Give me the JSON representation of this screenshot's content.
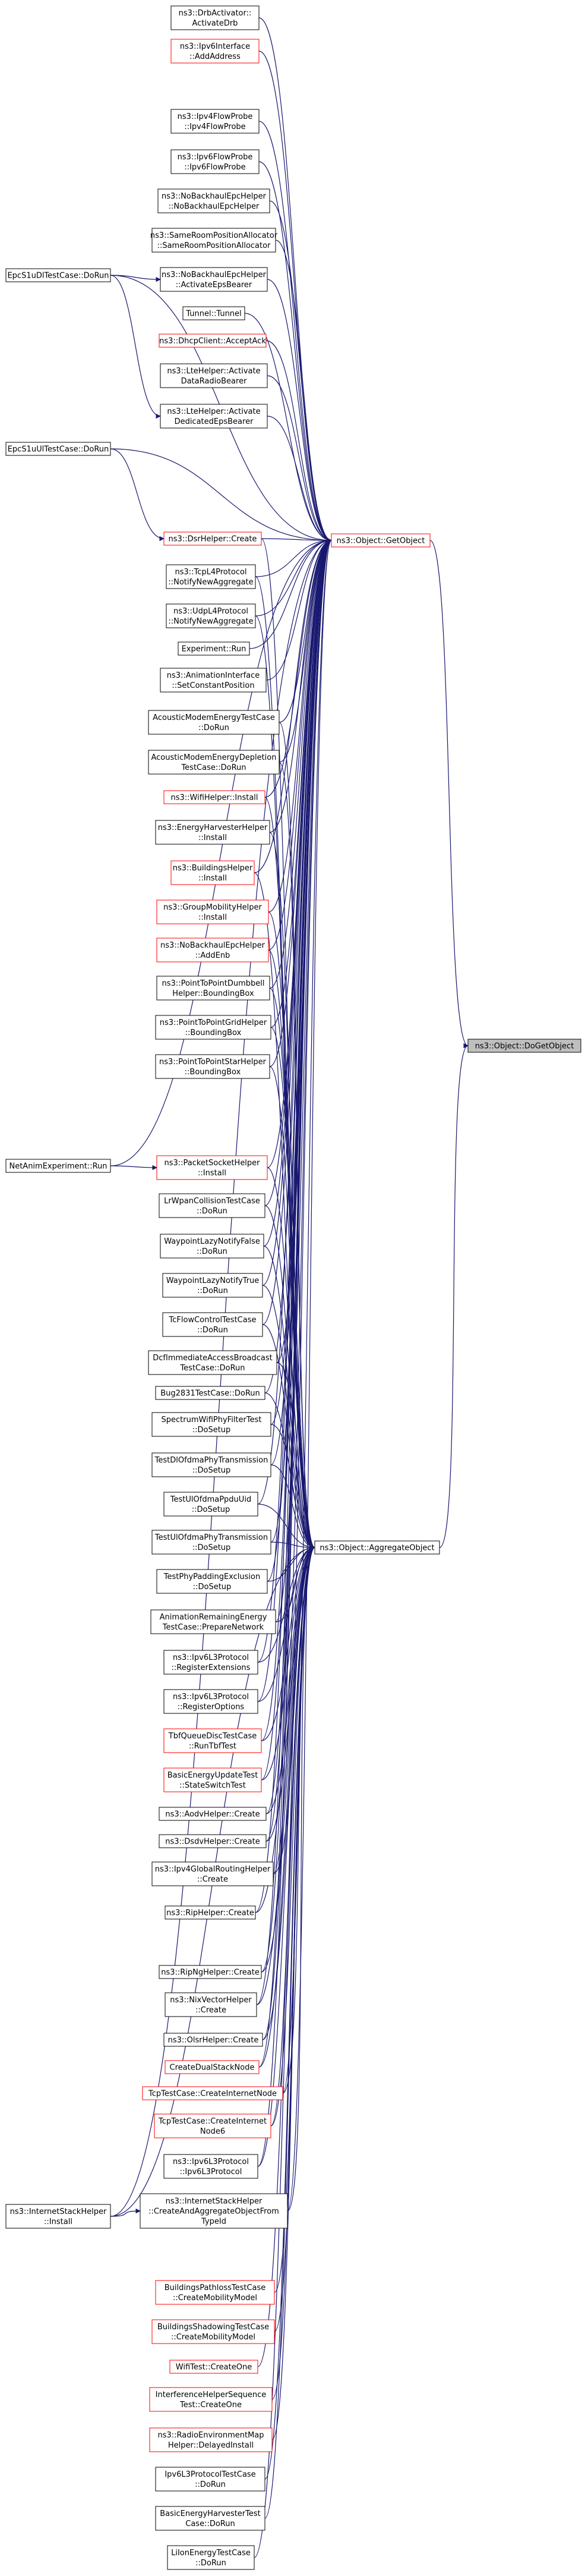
{
  "graph": {
    "colors": {
      "edge": "#191970",
      "node_border": "#000000",
      "node_border_truncated": "#ff0000",
      "node_fill": "#ffffff",
      "root_fill": "#bfbfbf",
      "text": "#000000"
    },
    "root": {
      "id": "n_doget",
      "lines": [
        "ns3::Object::DoGetObject"
      ]
    },
    "nodes": [
      {
        "id": "n1",
        "lines": [
          "ns3::DrbActivator::",
          "ActivateDrb"
        ],
        "truncated": false
      },
      {
        "id": "n2",
        "lines": [
          "ns3::Ipv6Interface",
          "::AddAddress"
        ],
        "truncated": true
      },
      {
        "id": "n3",
        "lines": [
          "ns3::Ipv4FlowProbe",
          "::Ipv4FlowProbe"
        ],
        "truncated": false
      },
      {
        "id": "n4",
        "lines": [
          "ns3::Ipv6FlowProbe",
          "::Ipv6FlowProbe"
        ],
        "truncated": false
      },
      {
        "id": "n5",
        "lines": [
          "ns3::NoBackhaulEpcHelper",
          "::NoBackhaulEpcHelper"
        ],
        "truncated": false
      },
      {
        "id": "n6",
        "lines": [
          "ns3::SameRoomPositionAllocator",
          "::SameRoomPositionAllocator"
        ],
        "truncated": false
      },
      {
        "id": "n7",
        "lines": [
          "ns3::NoBackhaulEpcHelper",
          "::ActivateEpsBearer"
        ],
        "truncated": false
      },
      {
        "id": "n8",
        "lines": [
          "Tunnel::Tunnel"
        ],
        "truncated": false
      },
      {
        "id": "n9",
        "lines": [
          "ns3::DhcpClient::AcceptAck"
        ],
        "truncated": true
      },
      {
        "id": "n10",
        "lines": [
          "ns3::LteHelper::Activate",
          "DataRadioBearer"
        ],
        "truncated": false
      },
      {
        "id": "n11",
        "lines": [
          "ns3::LteHelper::Activate",
          "DedicatedEpsBearer"
        ],
        "truncated": false
      },
      {
        "id": "n12",
        "lines": [
          "ns3::DsrHelper::Create"
        ],
        "truncated": true
      },
      {
        "id": "n13",
        "lines": [
          "ns3::TcpL4Protocol",
          "::NotifyNewAggregate"
        ],
        "truncated": false
      },
      {
        "id": "n14",
        "lines": [
          "ns3::UdpL4Protocol",
          "::NotifyNewAggregate"
        ],
        "truncated": false
      },
      {
        "id": "n15",
        "lines": [
          "Experiment::Run"
        ],
        "truncated": false
      },
      {
        "id": "n16",
        "lines": [
          "ns3::AnimationInterface",
          "::SetConstantPosition"
        ],
        "truncated": false
      },
      {
        "id": "n17",
        "lines": [
          "AcousticModemEnergyTestCase",
          "::DoRun"
        ],
        "truncated": false
      },
      {
        "id": "n18",
        "lines": [
          "AcousticModemEnergyDepletion",
          "TestCase::DoRun"
        ],
        "truncated": false
      },
      {
        "id": "n19",
        "lines": [
          "ns3::WifiHelper::Install"
        ],
        "truncated": true
      },
      {
        "id": "n20",
        "lines": [
          "ns3::EnergyHarvesterHelper",
          "::Install"
        ],
        "truncated": false
      },
      {
        "id": "n21",
        "lines": [
          "ns3::BuildingsHelper",
          "::Install"
        ],
        "truncated": true
      },
      {
        "id": "n22",
        "lines": [
          "ns3::GroupMobilityHelper",
          "::Install"
        ],
        "truncated": true
      },
      {
        "id": "n23",
        "lines": [
          "ns3::NoBackhaulEpcHelper",
          "::AddEnb"
        ],
        "truncated": true
      },
      {
        "id": "n24",
        "lines": [
          "ns3::PointToPointDumbbell",
          "Helper::BoundingBox"
        ],
        "truncated": false
      },
      {
        "id": "n25",
        "lines": [
          "ns3::PointToPointGridHelper",
          "::BoundingBox"
        ],
        "truncated": false
      },
      {
        "id": "n26",
        "lines": [
          "ns3::PointToPointStarHelper",
          "::BoundingBox"
        ],
        "truncated": false
      },
      {
        "id": "n27",
        "lines": [
          "ns3::PacketSocketHelper",
          "::Install"
        ],
        "truncated": true
      },
      {
        "id": "n28",
        "lines": [
          "LrWpanCollisionTestCase",
          "::DoRun"
        ],
        "truncated": false
      },
      {
        "id": "n29",
        "lines": [
          "WaypointLazyNotifyFalse",
          "::DoRun"
        ],
        "truncated": false
      },
      {
        "id": "n30",
        "lines": [
          "WaypointLazyNotifyTrue",
          "::DoRun"
        ],
        "truncated": false
      },
      {
        "id": "n31",
        "lines": [
          "TcFlowControlTestCase",
          "::DoRun"
        ],
        "truncated": false
      },
      {
        "id": "n32",
        "lines": [
          "DcfImmediateAccessBroadcast",
          "TestCase::DoRun"
        ],
        "truncated": false
      },
      {
        "id": "n33",
        "lines": [
          "Bug2831TestCase::DoRun"
        ],
        "truncated": false
      },
      {
        "id": "n34",
        "lines": [
          "SpectrumWifiPhyFilterTest",
          "::DoSetup"
        ],
        "truncated": false
      },
      {
        "id": "n35",
        "lines": [
          "TestDlOfdmaPhyTransmission",
          "::DoSetup"
        ],
        "truncated": false
      },
      {
        "id": "n36",
        "lines": [
          "TestUlOfdmaPpduUid",
          "::DoSetup"
        ],
        "truncated": false
      },
      {
        "id": "n37",
        "lines": [
          "TestUlOfdmaPhyTransmission",
          "::DoSetup"
        ],
        "truncated": false
      },
      {
        "id": "n38",
        "lines": [
          "TestPhyPaddingExclusion",
          "::DoSetup"
        ],
        "truncated": false
      },
      {
        "id": "n39",
        "lines": [
          "AnimationRemainingEnergy",
          "TestCase::PrepareNetwork"
        ],
        "truncated": false
      },
      {
        "id": "n40",
        "lines": [
          "ns3::Ipv6L3Protocol",
          "::RegisterExtensions"
        ],
        "truncated": false
      },
      {
        "id": "n41",
        "lines": [
          "ns3::Ipv6L3Protocol",
          "::RegisterOptions"
        ],
        "truncated": false
      },
      {
        "id": "n42",
        "lines": [
          "TbfQueueDiscTestCase",
          "::RunTbfTest"
        ],
        "truncated": true
      },
      {
        "id": "n43",
        "lines": [
          "BasicEnergyUpdateTest",
          "::StateSwitchTest"
        ],
        "truncated": true
      },
      {
        "id": "n44",
        "lines": [
          "ns3::AodvHelper::Create"
        ],
        "truncated": false
      },
      {
        "id": "n45",
        "lines": [
          "ns3::DsdvHelper::Create"
        ],
        "truncated": false
      },
      {
        "id": "n46",
        "lines": [
          "ns3::Ipv4GlobalRoutingHelper",
          "::Create"
        ],
        "truncated": false
      },
      {
        "id": "n47",
        "lines": [
          "ns3::RipHelper::Create"
        ],
        "truncated": false
      },
      {
        "id": "n48",
        "lines": [
          "ns3::RipNgHelper::Create"
        ],
        "truncated": false
      },
      {
        "id": "n49",
        "lines": [
          "ns3::NixVectorHelper",
          "::Create"
        ],
        "truncated": false
      },
      {
        "id": "n50",
        "lines": [
          "ns3::OlsrHelper::Create"
        ],
        "truncated": false
      },
      {
        "id": "n51",
        "lines": [
          "CreateDualStackNode"
        ],
        "truncated": true
      },
      {
        "id": "n52",
        "lines": [
          "TcpTestCase::CreateInternetNode"
        ],
        "truncated": true
      },
      {
        "id": "n53",
        "lines": [
          "TcpTestCase::CreateInternet",
          "Node6"
        ],
        "truncated": true
      },
      {
        "id": "n54",
        "lines": [
          "ns3::Ipv6L3Protocol",
          "::Ipv6L3Protocol"
        ],
        "truncated": false
      },
      {
        "id": "n55",
        "lines": [
          "ns3::InternetStackHelper",
          "::CreateAndAggregateObjectFrom",
          "TypeId"
        ],
        "truncated": false
      },
      {
        "id": "n56",
        "lines": [
          "BuildingsPathlossTestCase",
          "::CreateMobilityModel"
        ],
        "truncated": true
      },
      {
        "id": "n57",
        "lines": [
          "BuildingsShadowingTestCase",
          "::CreateMobilityModel"
        ],
        "truncated": true
      },
      {
        "id": "n58",
        "lines": [
          "WifiTest::CreateOne"
        ],
        "truncated": true
      },
      {
        "id": "n59",
        "lines": [
          "InterferenceHelperSequence",
          "Test::CreateOne"
        ],
        "truncated": true
      },
      {
        "id": "n60",
        "lines": [
          "ns3::RadioEnvironmentMap",
          "Helper::DelayedInstall"
        ],
        "truncated": true
      },
      {
        "id": "n61",
        "lines": [
          "Ipv6L3ProtocolTestCase",
          "::DoRun"
        ],
        "truncated": false
      },
      {
        "id": "n62",
        "lines": [
          "BasicEnergyHarvesterTest",
          "Case::DoRun"
        ],
        "truncated": false
      },
      {
        "id": "n63",
        "lines": [
          "LiIonEnergyTestCase",
          "::DoRun"
        ],
        "truncated": false
      },
      {
        "id": "n_getobject",
        "lines": [
          "ns3::Object::GetObject"
        ],
        "truncated": true
      },
      {
        "id": "n_aggregate",
        "lines": [
          "ns3::Object::AggregateObject"
        ],
        "truncated": false
      },
      {
        "id": "n_epcdl",
        "lines": [
          "EpcS1uDlTestCase::DoRun"
        ],
        "truncated": false
      },
      {
        "id": "n_epcul",
        "lines": [
          "EpcS1uUlTestCase::DoRun"
        ],
        "truncated": false
      },
      {
        "id": "n_netanim",
        "lines": [
          "NetAnimExperiment::Run"
        ],
        "truncated": false
      },
      {
        "id": "n_ish",
        "lines": [
          "ns3::InternetStackHelper",
          "::Install"
        ],
        "truncated": false
      }
    ]
  }
}
